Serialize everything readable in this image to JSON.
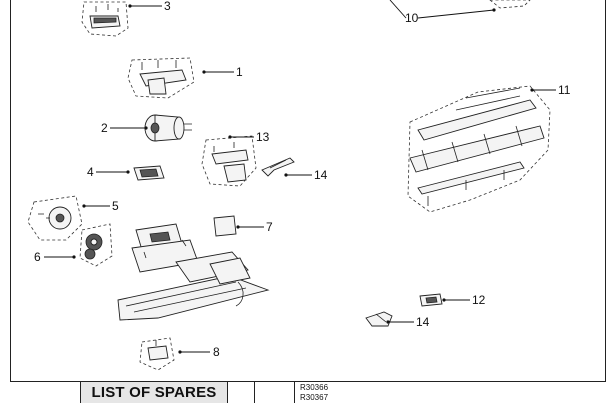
{
  "diagram": {
    "callouts": [
      "3",
      "10",
      "1",
      "11",
      "2",
      "13",
      "4",
      "14",
      "5",
      "7",
      "6",
      "12",
      "14",
      "8"
    ]
  },
  "spares_table": {
    "title": "LIST OF SPARES",
    "codes": [
      "R30366",
      "R30367"
    ]
  }
}
